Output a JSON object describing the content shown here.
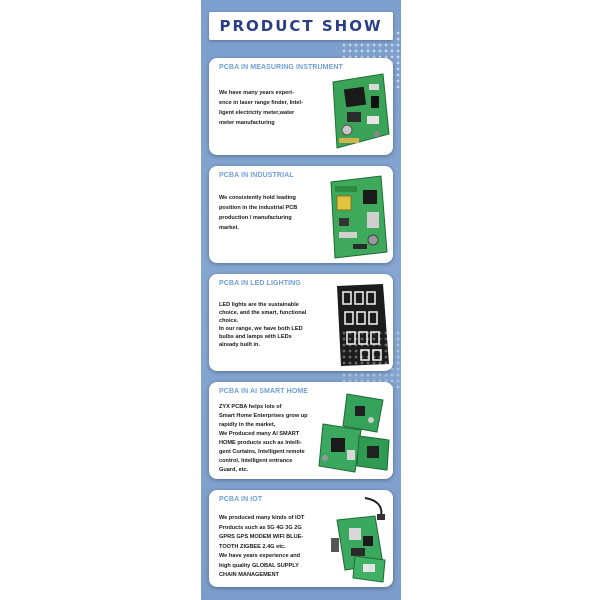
{
  "header": {
    "title": "PRODUCT SHOW"
  },
  "sections": [
    {
      "title": "PCBA IN MEASURING INSTRUMENT",
      "lines": [
        "We have many years experi-",
        "ence in laser range finder, Intel-",
        "ligent electricity meter,water",
        "meter manufacturing"
      ]
    },
    {
      "title": "PCBA IN INDUSTRIAL",
      "lines": [
        "We consistently hold leading",
        "position in the industrial PCB",
        "production / manufacturing",
        "market."
      ]
    },
    {
      "title": "PCBA IN LED LIGHTING",
      "lines": [
        "LED lights are the sustainable",
        "choice, and the smart, functional",
        "choice.",
        "In our range, we have both LED",
        "bulbs and lamps with LEDs",
        "already built in."
      ]
    },
    {
      "title": "PCBA IN AI SMART HOME",
      "lines": [
        "      ZYX PCBA helps lots of",
        "Smart Home Enterprises grow up",
        "rapidly in the market,",
        "We Produced many AI SMART",
        "HOME products such as Intelli-",
        "gent Curtains, Intelligent remote",
        "control, Intelligent entrance",
        "Guard, etc."
      ]
    },
    {
      "title": "PCBA IN IOT",
      "lines": [
        "We produced many kinds of IOT",
        "Products such as 5G 4G 3G 2G",
        "GPRS GPS MODEM WIFI BLUE-",
        "TOOTH ZIGBEE 2.4G etc.",
        " We have years experience and",
        "high quality GLOBAL SUPPLY",
        "CHAIN MANAGEMENT"
      ]
    }
  ]
}
